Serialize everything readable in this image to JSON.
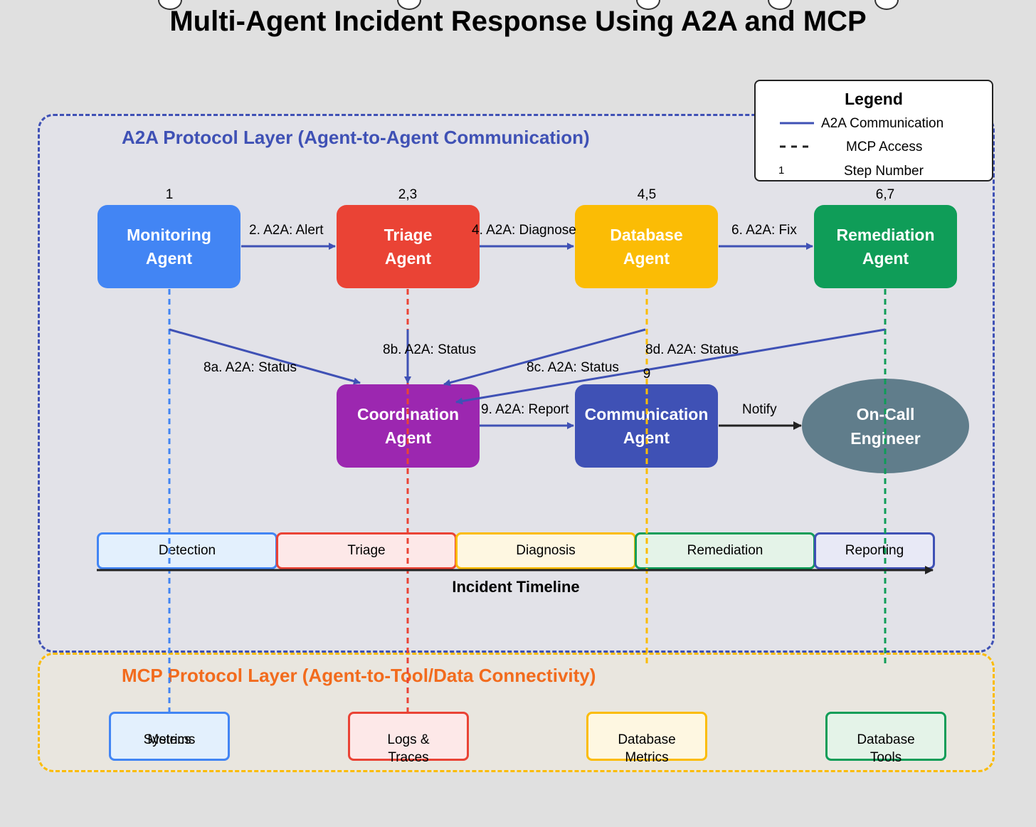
{
  "title": "Multi-Agent Incident Response Using A2A and MCP",
  "a2a_layer": {
    "title": "A2A Protocol Layer (Agent-to-Agent Communication)"
  },
  "mcp_layer": {
    "title": "MCP Protocol Layer (Agent-to-Tool/Data Connectivity)"
  },
  "legend": {
    "title": "Legend",
    "a2a": "A2A Communication",
    "mcp": "MCP Access",
    "step_sample": "1",
    "step": "Step Number"
  },
  "agents": {
    "monitoring": {
      "line1": "Monitoring",
      "line2": "Agent",
      "step": "1",
      "color": "#4285f4"
    },
    "triage": {
      "line1": "Triage",
      "line2": "Agent",
      "step": "2,3",
      "color": "#ea4335"
    },
    "database": {
      "line1": "Database",
      "line2": "Agent",
      "step": "4,5",
      "color": "#fbbc05"
    },
    "remediation": {
      "line1": "Remediation",
      "line2": "Agent",
      "step": "6,7",
      "color": "#0f9d58"
    },
    "coordination": {
      "line1": "Coordination",
      "line2": "Agent",
      "color": "#9c27b0"
    },
    "communication": {
      "line1": "Communication",
      "line2": "Agent",
      "step": "9",
      "color": "#3f51b5"
    },
    "engineer": {
      "line1": "On-Call",
      "line2": "Engineer",
      "color": "#607d8b"
    }
  },
  "flows": {
    "alert": "2. A2A: Alert",
    "diagnose": "4. A2A: Diagnose",
    "fix": "6. A2A: Fix",
    "status_a": "8a. A2A: Status",
    "status_b": "8b. A2A: Status",
    "status_c": "8c. A2A: Status",
    "status_d": "8d. A2A: Status",
    "report": "9. A2A: Report",
    "notify": "Notify"
  },
  "timeline": {
    "label": "Incident Timeline",
    "phases": [
      {
        "label": "Detection",
        "color": "#4285f4",
        "fill": "#e3f0fd"
      },
      {
        "label": "Triage",
        "color": "#ea4335",
        "fill": "#fde8e8"
      },
      {
        "label": "Diagnosis",
        "color": "#fbbc05",
        "fill": "#fef7e1"
      },
      {
        "label": "Remediation",
        "color": "#0f9d58",
        "fill": "#e4f3e8"
      },
      {
        "label": "Reporting",
        "color": "#3f51b5",
        "fill": "#e8e9f6"
      }
    ]
  },
  "tools": [
    {
      "line1": "Systems",
      "line1b": "Metrics",
      "color": "#4285f4",
      "fill": "#e3f0fd"
    },
    {
      "line1": "Logs &",
      "line2": "Traces",
      "color": "#ea4335",
      "fill": "#fde8e8"
    },
    {
      "line1": "Database",
      "line2": "Metrics",
      "color": "#fbbc05",
      "fill": "#fef7e1"
    },
    {
      "line1": "Database",
      "line2": "Tools",
      "color": "#0f9d58",
      "fill": "#e4f3e8"
    }
  ]
}
